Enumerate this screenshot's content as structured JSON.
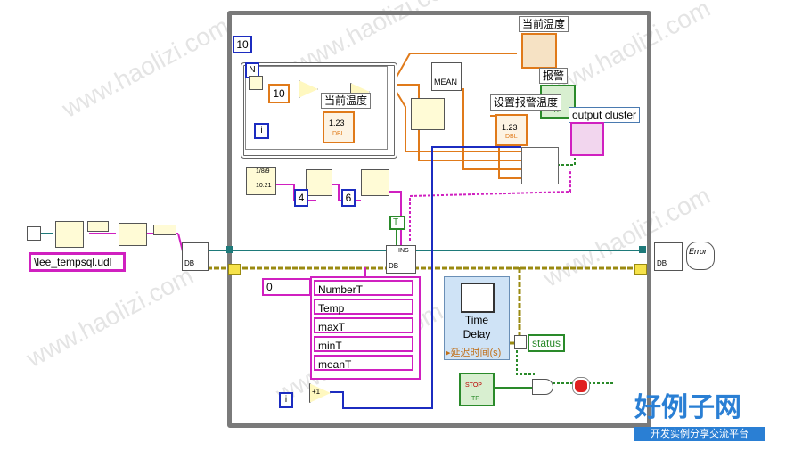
{
  "watermark": {
    "text": "www.haolizi.com"
  },
  "brand": {
    "title": "好例子网",
    "subtitle": "开发实例分享交流平台"
  },
  "constants": {
    "loop_count": "10",
    "multiplier": "10",
    "index_a": "4",
    "index_b": "6",
    "array_index": "0",
    "bool_true": "T",
    "iteration_const": "i",
    "loop_i_inner": "i"
  },
  "labels": {
    "current_temp_top": "当前温度",
    "current_temp_inner": "当前温度",
    "alarm": "报警",
    "set_alarm_temp": "设置报警温度",
    "output_cluster": "output cluster",
    "mean": "MEAN",
    "path": "\\lee_tempsql.udl",
    "status": "status",
    "time_delay": "Time\nDelay",
    "delay_time": "▸延迟时间(s)",
    "stop": "STOP",
    "error": "Error",
    "n_terminal": "N",
    "dbl": "DBL",
    "dbl_value": "1.23",
    "tf": "TF",
    "plus_one": "+1",
    "ins": "INS",
    "db": "DB",
    "timestamp_a": "1/8/9",
    "timestamp_b": "10:21"
  },
  "columns": [
    "NumberT",
    "Temp",
    "maxT",
    "minT",
    "meanT"
  ],
  "colors": {
    "loop_border": "#7a7a7a",
    "wire_pink": "#d020c0",
    "wire_orange": "#e07a1a",
    "wire_blue": "#1c2cc0",
    "wire_green": "#2a8a2a",
    "brand_blue": "#2a7fd4"
  },
  "icons": [
    "file-icon",
    "string-node-icon",
    "db-open-icon",
    "db-close-icon",
    "error-icon",
    "waveform-chart-icon",
    "boolean-led-icon",
    "bundle-icon",
    "hourglass-icon",
    "stop-button-icon",
    "or-gate-icon",
    "led-indicator-icon",
    "increment-icon",
    "multiply-icon",
    "array-build-icon",
    "mean-icon"
  ]
}
